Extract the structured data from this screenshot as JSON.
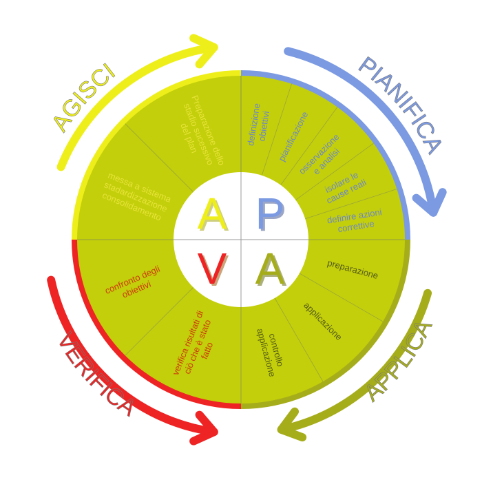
{
  "colors": {
    "background": "#ffffff",
    "wheel_fill": "#c3cf0a",
    "divider": "#9aa63a",
    "center": "#ffffff",
    "agisci": "#eeef1a",
    "pianifica": "#7b9ae2",
    "applica": "#a6ad1b",
    "verifica": "#ee2424",
    "text_dark": "#555c18",
    "text_blue": "#6d87c7",
    "text_red": "#cc3a0a",
    "text_yellow": "#e7e43a"
  },
  "arc_labels": {
    "agisci": "AGISCI",
    "pianifica": "PIANIFICA",
    "applica": "APPLICA",
    "verifica": "VERIFICA"
  },
  "center_letters": {
    "a_agisci": "A",
    "p": "P",
    "v": "V",
    "a_applica": "A"
  },
  "segments": {
    "pianifica": [
      [
        "definizione",
        "obiettivi"
      ],
      [
        "pianificazione"
      ],
      [
        "osservazione",
        "e analisi"
      ],
      [
        "isolare le",
        "cause reali"
      ],
      [
        "definire azioni",
        "correttive"
      ]
    ],
    "applica": [
      [
        "preparazione"
      ],
      [
        "applicazione"
      ],
      [
        "controllo",
        "applicazione"
      ]
    ],
    "verifica": [
      [
        "verifica risultati di",
        "ciò che è stato",
        "fatto"
      ],
      [
        "confronto degli",
        "obiettivi"
      ]
    ],
    "agisci": [
      [
        "messa a sistema",
        "stadardizzazione",
        "consolidamento"
      ],
      [
        "Preparazione dello",
        "stadio sucessivo",
        "del plan"
      ]
    ]
  },
  "icons": {
    "arrows": [
      "curved-arrow-agisci-icon",
      "curved-arrow-pianifica-icon",
      "curved-arrow-applica-icon",
      "curved-arrow-verifica-icon"
    ]
  }
}
